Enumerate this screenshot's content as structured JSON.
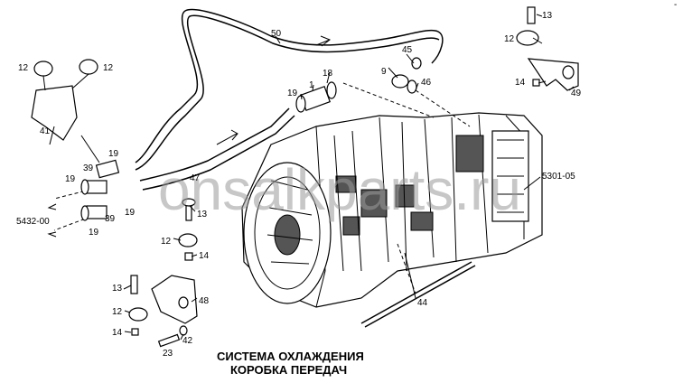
{
  "title": {
    "line1": "СИСТЕМА ОХЛАЖДЕНИЯ",
    "line2": "КОРОБКА ПЕРЕДАЧ"
  },
  "watermark": "onsalkparts.ru",
  "corner_mark": "‑",
  "callouts": {
    "c50": "50",
    "c13a": "13",
    "c12a": "12",
    "c12b": "12",
    "c12c": "12",
    "c45": "45",
    "c9": "9",
    "c46": "46",
    "c18": "18",
    "c1": "1",
    "c19a": "19",
    "c14a": "14",
    "c49": "49",
    "c41": "41",
    "c19b": "19",
    "c39a": "39",
    "c19c": "19",
    "c47": "47",
    "c5301": "5301-05",
    "c5432": "5432-00",
    "c39b": "39",
    "c19d": "19",
    "c19e": "19",
    "c13b": "13",
    "c12d": "12",
    "c14b": "14",
    "c13c": "13",
    "c48": "48",
    "c12e": "12",
    "c14c": "14",
    "c42": "42",
    "c23": "23",
    "c44": "44"
  }
}
